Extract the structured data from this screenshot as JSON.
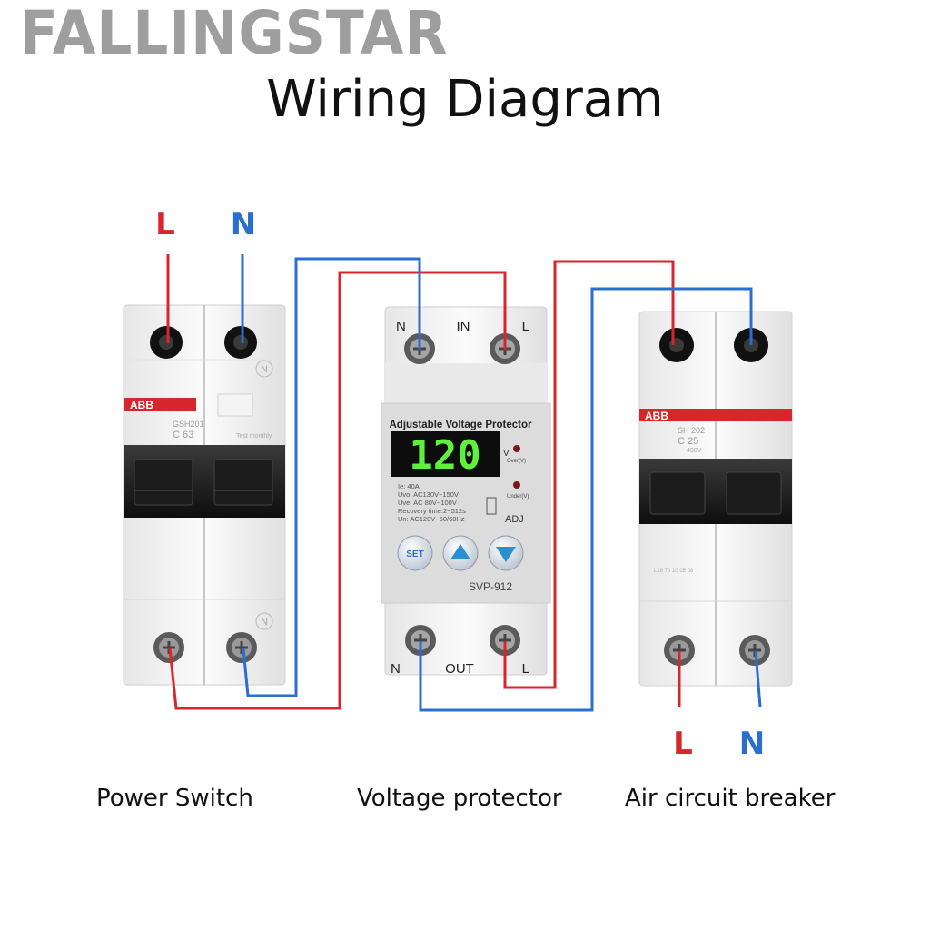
{
  "brand": "FALLINGSTAR",
  "title": "Wiring Diagram",
  "captions": {
    "left": "Power Switch",
    "middle": "Voltage protector",
    "right": "Air circuit breaker"
  },
  "wire_labels": {
    "input_live": "L",
    "input_neutral": "N",
    "output_live": "L",
    "output_neutral": "N"
  },
  "colors": {
    "live": "#d8262c",
    "neutral": "#2a6ed0",
    "brand_gray": "#9e9e9e",
    "abb_red": "#d9262a",
    "display_green": "#5ef03a"
  },
  "power_switch": {
    "brand": "ABB",
    "model": "GSH201",
    "rating": "C 63",
    "test_label": "Test monthly",
    "side_mark_top": "N",
    "side_mark_bottom": "N"
  },
  "protector": {
    "heading": "Adjustable Voltage Protector",
    "display_value": "120",
    "unit": "V",
    "over_label": "Over(V)",
    "under_label": "Under(V)",
    "specs": [
      "Ie:       40A",
      "Uvo:    AC130V~150V",
      "Uve:    AC  80V~100V",
      "Recovery time:2~512s",
      "Un: AC120V~50/60Hz"
    ],
    "adj_label": "ADJ",
    "set_label": "SET",
    "model": "SVP-912",
    "top_terminals": {
      "left": "N",
      "center": "IN",
      "right": "L"
    },
    "bottom_terminals": {
      "left": "N",
      "center": "OUT",
      "right": "L"
    }
  },
  "breaker": {
    "brand": "ABB",
    "model": "SH 202",
    "rating": "C 25",
    "voltage": "~400V",
    "bottom_text": "L19 70 10 05 08"
  }
}
